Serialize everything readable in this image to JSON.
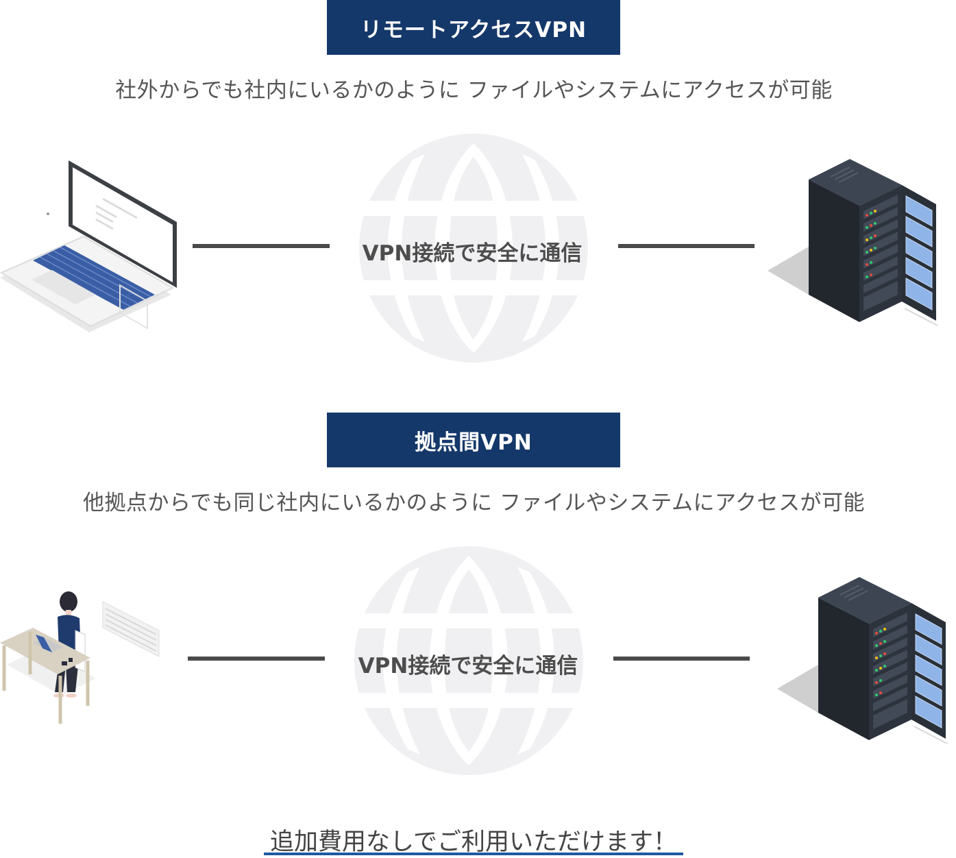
{
  "sections": [
    {
      "title": "リモートアクセスVPN",
      "description": "社外からでも社内にいるかのように ファイルやシステムにアクセスが可能",
      "center_label": "VPN接続で安全に通信"
    },
    {
      "title": "拠点間VPN",
      "description": "他拠点からでも同じ社内にいるかのように ファイルやシステムにアクセスが可能",
      "center_label": "VPN接続で安全に通信"
    }
  ],
  "footer": "追加費用なしでご利用いただけます！",
  "colors": {
    "title_bg": "#15386a",
    "globe": "#f0f0f2",
    "line": "#4a4a4a",
    "underline": "#1f5aa0"
  },
  "icons": [
    "laptop-icon",
    "server-rack-icon",
    "globe-icon",
    "person-at-desk-icon"
  ]
}
